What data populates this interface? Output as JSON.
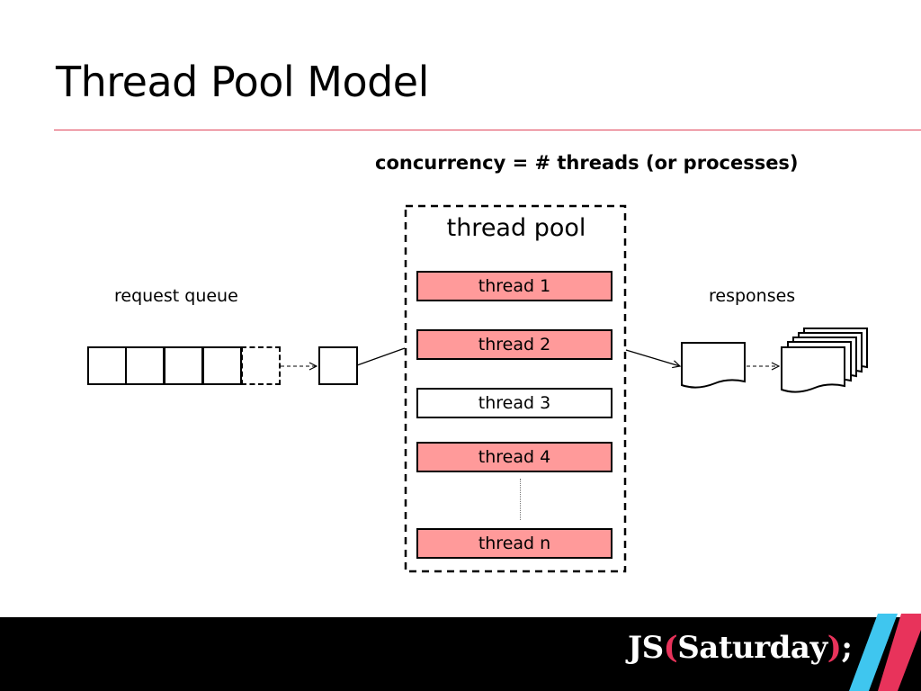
{
  "slide": {
    "title": "Thread Pool Model",
    "subtitle": "concurrency = # threads (or processes)"
  },
  "diagram": {
    "request_queue_label": "request queue",
    "responses_label": "responses",
    "pool_label": "thread pool",
    "threads": [
      {
        "label": "thread 1",
        "state": "busy"
      },
      {
        "label": "thread 2",
        "state": "busy"
      },
      {
        "label": "thread 3",
        "state": "idle"
      },
      {
        "label": "thread 4",
        "state": "busy"
      },
      {
        "label": "thread n",
        "state": "busy"
      }
    ],
    "queue_cells": 5
  },
  "footer": {
    "logo_prefix": "JS",
    "logo_open": "(",
    "logo_word": "Saturday",
    "logo_close": ")",
    "logo_suffix": ";"
  },
  "colors": {
    "accent": "#e8335b",
    "busy_thread": "#ff9a9a",
    "idle_thread": "#ffffff",
    "stripe_blue": "#3fc6ef",
    "stripe_red": "#e8335b"
  }
}
